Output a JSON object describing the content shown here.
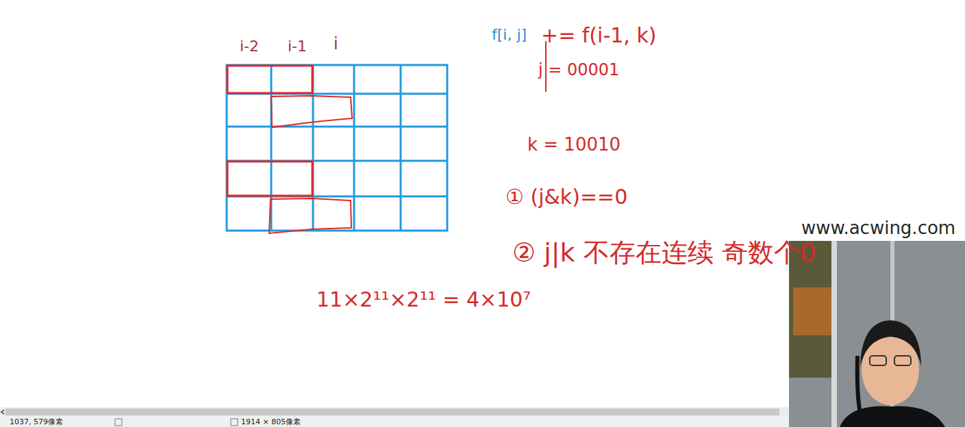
{
  "diagram": {
    "labels": [
      "i-2",
      "i-1",
      "i",
      "f[i, j]",
      "+= f(i-1, k)",
      "j = 00001",
      "k = 10010",
      "① (j&k)==0",
      "② j|k 不存在连续 奇数个0",
      "11×2¹¹×2¹¹ = 4×10⁷",
      "www.acwing.com",
      "1037, 579像素",
      "1914 × 805像素"
    ]
  }
}
